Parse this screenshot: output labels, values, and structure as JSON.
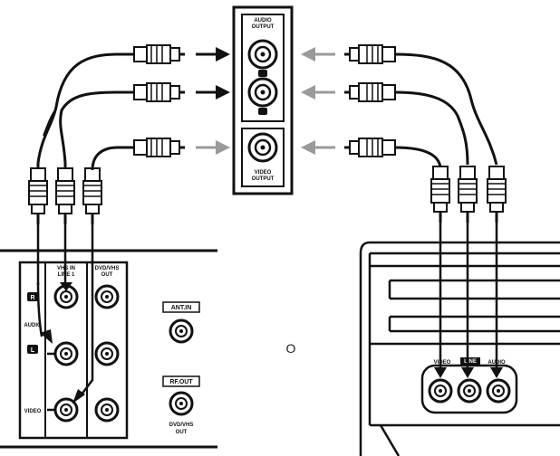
{
  "panel": {
    "audio_output_line1": "AUDIO",
    "audio_output_line2": "OUTPUT",
    "video_output_line1": "VIDEO",
    "video_output_line2": "OUTPUT"
  },
  "vcr": {
    "vhs_in_line1": "VHS IN",
    "vhs_in_line2": "LINE 1",
    "dvd_vhs_out_line1": "DVD/VHS",
    "dvd_vhs_out_line2": "OUT",
    "r_label": "R",
    "audio_label": "AUDIO",
    "l_label": "L",
    "video_label": "VIDEO",
    "ant_in": "ANT.IN",
    "rf_out": "RF.OUT",
    "dvd_vhs_out_bottom_line1": "DVD/VHS",
    "dvd_vhs_out_bottom_line2": "OUT"
  },
  "separator": {
    "or_text": "O"
  },
  "tv": {
    "video_label": "VIDEO",
    "line_label": "LINE",
    "audio_label": "AUDIO"
  },
  "colors": {
    "ink": "#111111",
    "gray_arrow": "#9a9a9a",
    "background": "#ffffff"
  }
}
